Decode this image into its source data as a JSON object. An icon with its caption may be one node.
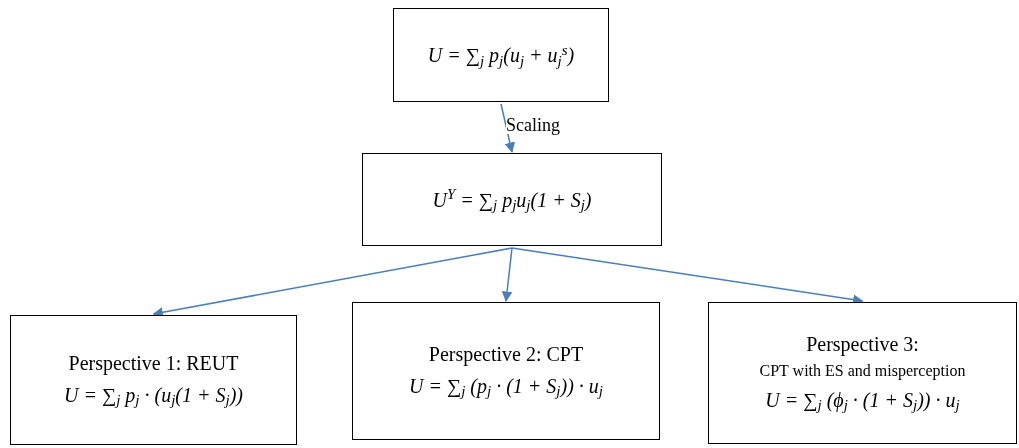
{
  "diagram": {
    "nodes": [
      {
        "text": [
          "U = ∑$_{j}$ p$_{j}$(u$_{j}$ + u$_{j}$$^{s}$)"
        ]
      },
      {
        "text": [
          "U$^{Y}$ = ∑$_{j}$ p$_{j}$u$_{j}$(1 + S$_{j}$)"
        ]
      },
      {
        "text": [
          "Perspective 1: REUT",
          "U = ∑$_{j}$ p$_{j}$ · (u$_{j}$(1 + S$_{j}$))"
        ]
      },
      {
        "text": [
          "Perspective 2: CPT",
          "U = ∑$_{j}$ (p$_{j}$ · (1 + S$_{j}$)) · u$_{j}$"
        ]
      },
      {
        "text": [
          "Perspective 3:",
          "CPT with ES and misperception",
          "U = ∑$_{j}$ (ϕ$_{j}$ · (1 + S$_{j}$)) · u$_{j}$"
        ]
      }
    ],
    "edges": [
      {
        "from": 0,
        "to": 1,
        "arrow": "to",
        "label": "Scaling"
      },
      {
        "from": 1,
        "to": 2,
        "arrow": "to"
      },
      {
        "from": 1,
        "to": 3,
        "arrow": "to"
      },
      {
        "from": 1,
        "to": 4,
        "arrow": "to"
      }
    ]
  }
}
